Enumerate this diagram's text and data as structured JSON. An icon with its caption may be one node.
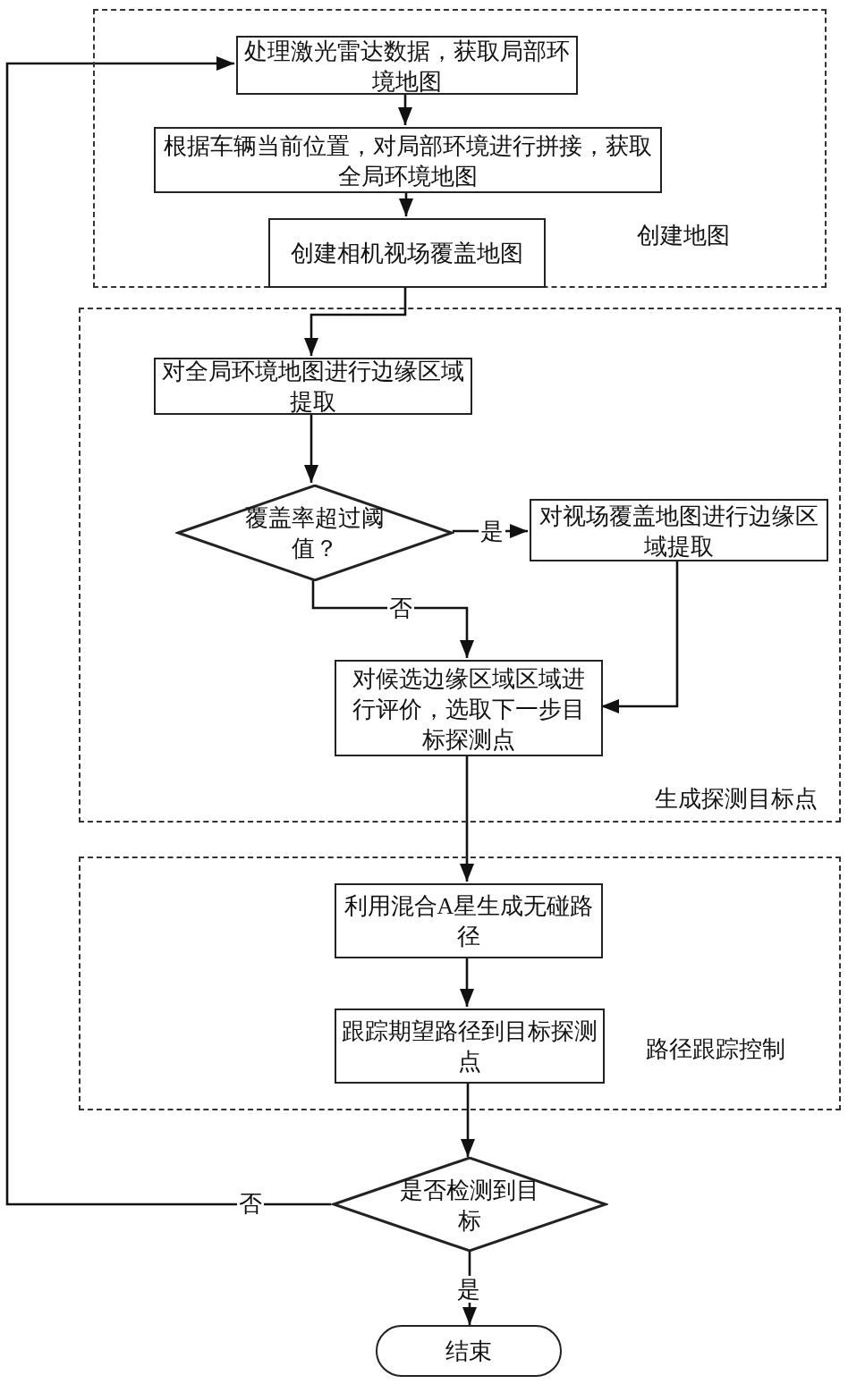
{
  "diagram": {
    "nodes": [
      {
        "text": [
          "创建地图"
        ]
      },
      {
        "text": [
          "处理激光雷达数据，获取局部环境地图"
        ],
        "in": 0
      },
      {
        "text": [
          "根据车辆当前位置，对局部环境进行拼接，获取全局环境地图"
        ],
        "in": 0
      },
      {
        "text": [
          "创建相机视场覆盖地图"
        ],
        "in": 0
      },
      {
        "text": [
          "生成探测目标点"
        ]
      },
      {
        "text": [
          "对全局环境地图进行边缘区域提取"
        ],
        "in": 4
      },
      {
        "text": [
          "覆盖率超过阈值？"
        ],
        "in": 4
      },
      {
        "text": [
          "对视场覆盖地图进行边缘区域提取"
        ],
        "in": 4
      },
      {
        "text": [
          "对候选边缘区域区域进行评价，选取下一步目标探测点"
        ],
        "in": 4
      },
      {
        "text": [
          "路径跟踪控制"
        ]
      },
      {
        "text": [
          "利用混合A星生成无碰路径"
        ],
        "in": 9
      },
      {
        "text": [
          "跟踪期望路径到目标探测点"
        ],
        "in": 9
      },
      {
        "text": [
          "是否检测到目标"
        ]
      },
      {
        "text": [
          "结束"
        ]
      }
    ],
    "edges": [
      {
        "from": 1,
        "to": 2,
        "arrow": "to"
      },
      {
        "from": 2,
        "to": 3,
        "arrow": "to"
      },
      {
        "from": 3,
        "to": 5,
        "arrow": "to"
      },
      {
        "from": 5,
        "to": 6,
        "arrow": "to"
      },
      {
        "from": 6,
        "to": 7,
        "arrow": "to",
        "label": "是"
      },
      {
        "from": 6,
        "to": 8,
        "arrow": "to",
        "label": "否"
      },
      {
        "from": 7,
        "to": 8,
        "arrow": "to"
      },
      {
        "from": 8,
        "to": 10,
        "arrow": "to"
      },
      {
        "from": 10,
        "to": 11,
        "arrow": "to"
      },
      {
        "from": 11,
        "to": 12,
        "arrow": "to"
      },
      {
        "from": 12,
        "to": 1,
        "arrow": "to",
        "label": "否"
      },
      {
        "from": 12,
        "to": 13,
        "arrow": "to",
        "label": "是"
      }
    ]
  }
}
